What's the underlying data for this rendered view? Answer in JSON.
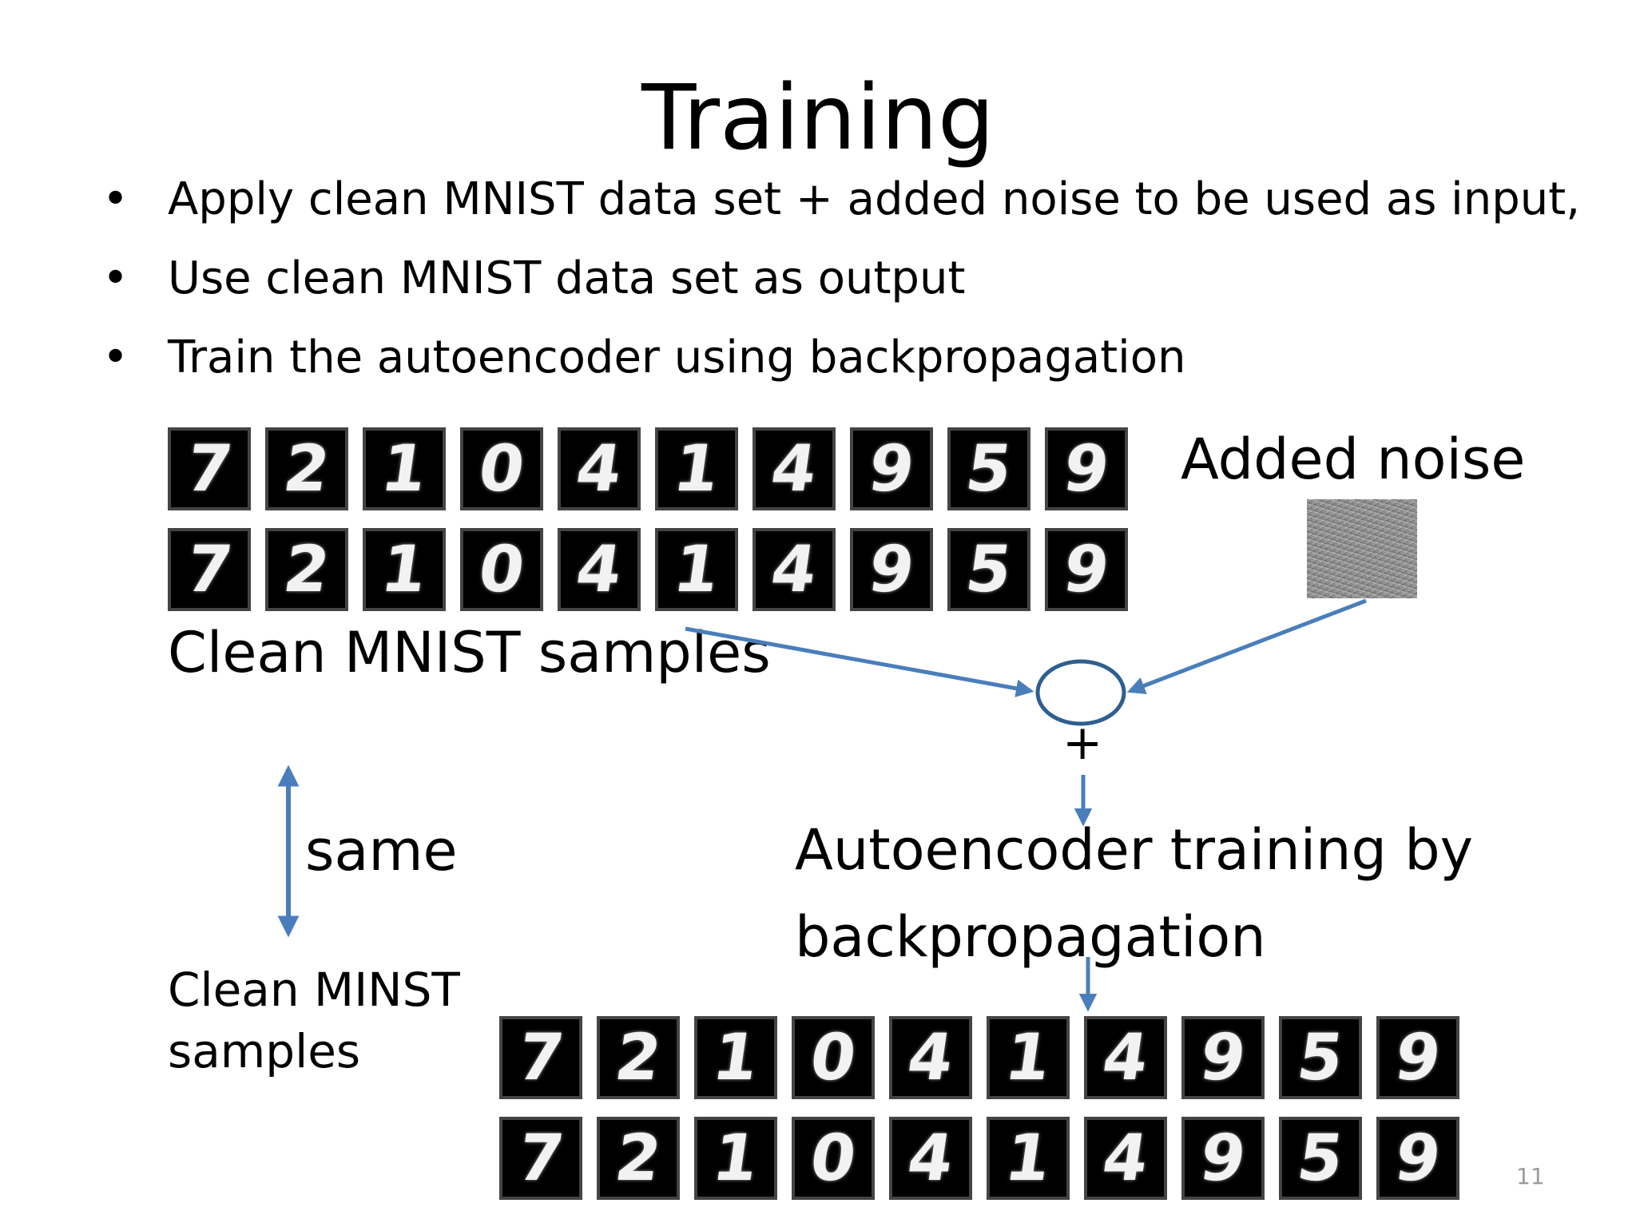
{
  "title": "Training",
  "bullets": [
    "Apply clean MNIST data set + added noise to be used as input,",
    "Use clean MNIST data set as output",
    "Train the autoencoder using backpropagation"
  ],
  "bullet_symbol": "•",
  "digits_top": [
    "7",
    "2",
    "1",
    "0",
    "4",
    "1",
    "4",
    "9",
    "5",
    "9"
  ],
  "digits_bottom": [
    "7",
    "2",
    "1",
    "0",
    "4",
    "1",
    "4",
    "9",
    "5",
    "9"
  ],
  "labels": {
    "added_noise": "Added noise",
    "clean_samples": "Clean MNIST samples",
    "same": "same",
    "clean_minst": "Clean MINST samples",
    "autoencoder": "Autoencoder training by backpropagation",
    "plus": "+"
  },
  "page_number": "11",
  "colors": {
    "arrow": "#4a7ebb"
  }
}
